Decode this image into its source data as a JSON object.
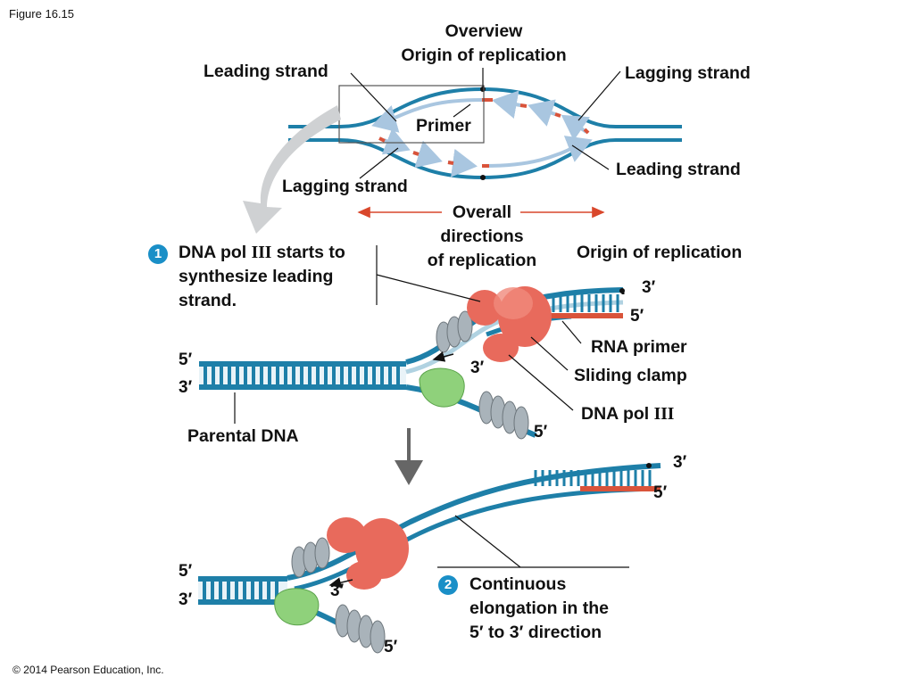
{
  "figure_label": "Figure 16.15",
  "copyright": "© 2014 Pearson Education, Inc.",
  "overview": {
    "title_line1": "Overview",
    "title_line2": "Origin of replication",
    "leading_strand_top": "Leading strand",
    "lagging_strand_top": "Lagging strand",
    "primer": "Primer",
    "leading_strand_bottom": "Leading strand",
    "lagging_strand_bottom": "Lagging strand",
    "directions_line1": "Overall",
    "directions_line2": "directions",
    "directions_line3": "of replication"
  },
  "step1": {
    "number": "1",
    "line1_prefix": "DNA pol ",
    "line1_roman": "III",
    "line1_suffix": " starts to",
    "line2": "synthesize leading",
    "line3": "strand.",
    "origin": "Origin of replication",
    "rna_primer": "RNA primer",
    "sliding_clamp": "Sliding clamp",
    "dna_pol_prefix": "DNA pol ",
    "dna_pol_roman": "III",
    "parental_dna": "Parental DNA",
    "end_3_top": "3′",
    "end_5_top": "5′",
    "end_5_left": "5′",
    "end_3_left": "3′",
    "end_3_mid": "3′",
    "end_5_bottom": "5′"
  },
  "step2": {
    "number": "2",
    "line1": "Continuous",
    "line2": "elongation in the",
    "line3": "5′ to 3′ direction",
    "end_3_top": "3′",
    "end_5_top": "5′",
    "end_5_left": "5′",
    "end_3_left": "3′",
    "end_3_mid": "3′",
    "end_5_bottom": "5′"
  },
  "colors": {
    "dna_blue": "#1e7fa8",
    "dna_dark": "#0f4f72",
    "new_strand_red": "#d9533a",
    "polymerase_red": "#e86a5c",
    "clamp_gray": "#a9b3ba",
    "primase_green": "#8fd17b",
    "arrow_light_blue": "#a9c6e0",
    "arrow_red": "#d9472b",
    "badge_blue": "#1a8fc7"
  }
}
